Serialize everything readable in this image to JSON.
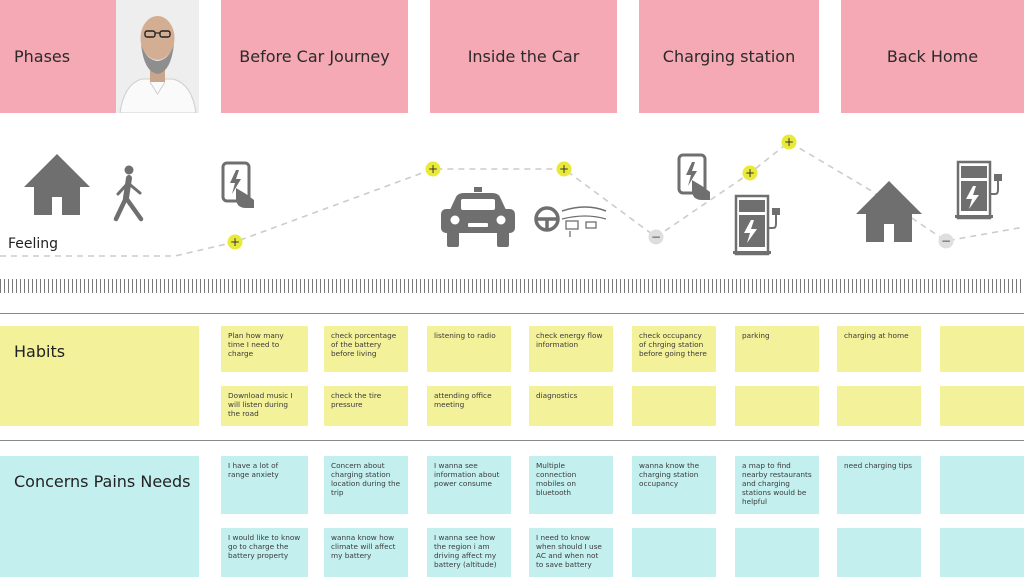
{
  "phases": {
    "label": "Phases",
    "items": [
      "Before Car Journey",
      "Inside the Car",
      "Charging station",
      "Back Home"
    ]
  },
  "feeling": {
    "label": "Feeling",
    "markers": [
      "plus",
      "plus",
      "plus",
      "minus",
      "plus",
      "plus",
      "minus"
    ]
  },
  "habits": {
    "title": "Habits",
    "row1": [
      "Plan how many time I need to charge",
      "check porcentage of the battery before living",
      "listening to radio",
      "check energy flow information",
      "check occupancy of chrging station before going there",
      "parking",
      "charging at home",
      ""
    ],
    "row2": [
      "Download music I will listen during the road",
      "check the tire pressure",
      "attending office meeting",
      "diagnostics",
      "",
      "",
      "",
      ""
    ]
  },
  "concerns": {
    "title": "Concerns Pains Needs",
    "row1": [
      "I have a lot of range anxiety",
      "Concern about charging station location during the trip",
      "I wanna see information about power consume",
      "Multiple connection mobiles on bluetooth",
      "wanna know the charging station occupancy",
      "a map to find nearby restaurants and charging stations would be helpful",
      "need charging tips",
      ""
    ],
    "row2": [
      "I would like to know go to charge the battery property",
      "wanna know how climate will affect my battery",
      "I wanna see how the region i am driving affect my battery (altitude)",
      "I need to know when should I use AC and when not to save battery",
      "",
      "",
      "",
      ""
    ]
  },
  "colors": {
    "pink": "#f4a9b4",
    "yellow": "#f3f19a",
    "cyan": "#c3f0ef",
    "marker_plus": "#e9e93a",
    "icon": "#6f6f6f"
  },
  "icons": [
    "house-icon",
    "walking-person-icon",
    "phone-charging-icon",
    "car-icon",
    "steering-wheel-icon",
    "phone-charging-icon",
    "charging-station-icon",
    "house-icon",
    "charging-station-icon"
  ]
}
